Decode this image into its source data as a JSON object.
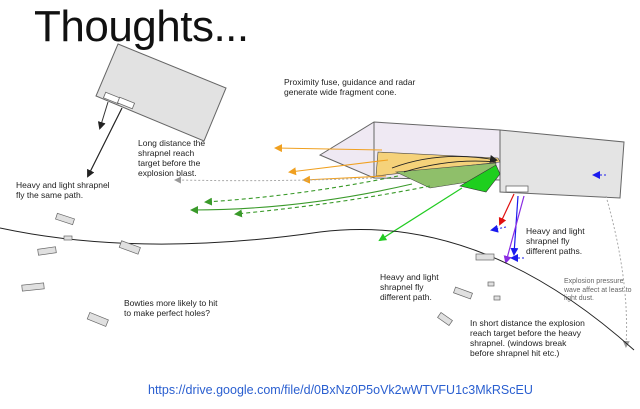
{
  "title": "Thoughts...",
  "notes": {
    "proximity": "Proximity fuse, guidance and radar generate wide fragment cone.",
    "long_distance": "Long distance the shrapnel reach target before the explosion blast.",
    "heavy_light_same": "Heavy and light shrapnel fly the same path.",
    "heavy_light_different_right": "Heavy and light shrapnel fly different paths.",
    "heavy_light_different_center": "Heavy and light shrapnel fly different path.",
    "bowties": "Bowties more likely to hit to make perfect holes?",
    "short_distance": "In short distance the explosion reach target before the heavy shrapnel. (windows break before shrapnel hit etc.)",
    "pressure_wave": "Explosion pressure wave affect at least to light dust."
  },
  "link": "https://drive.google.com/file/d/0BxNz0P5oVk2wWTVFU1c3MkRScEU",
  "colors": {
    "arrow_orange": "#f0a020",
    "arrow_green": "#3a9a2a",
    "cone_yellow": "#f5d27a",
    "cone_green": "#8fbf6a",
    "cone_bright": "#1ecf1e",
    "arrow_red": "#e01010",
    "arrow_blue": "#1a1aee",
    "arrow_purple": "#8a2be2",
    "link_blue": "#2a5fd0"
  }
}
